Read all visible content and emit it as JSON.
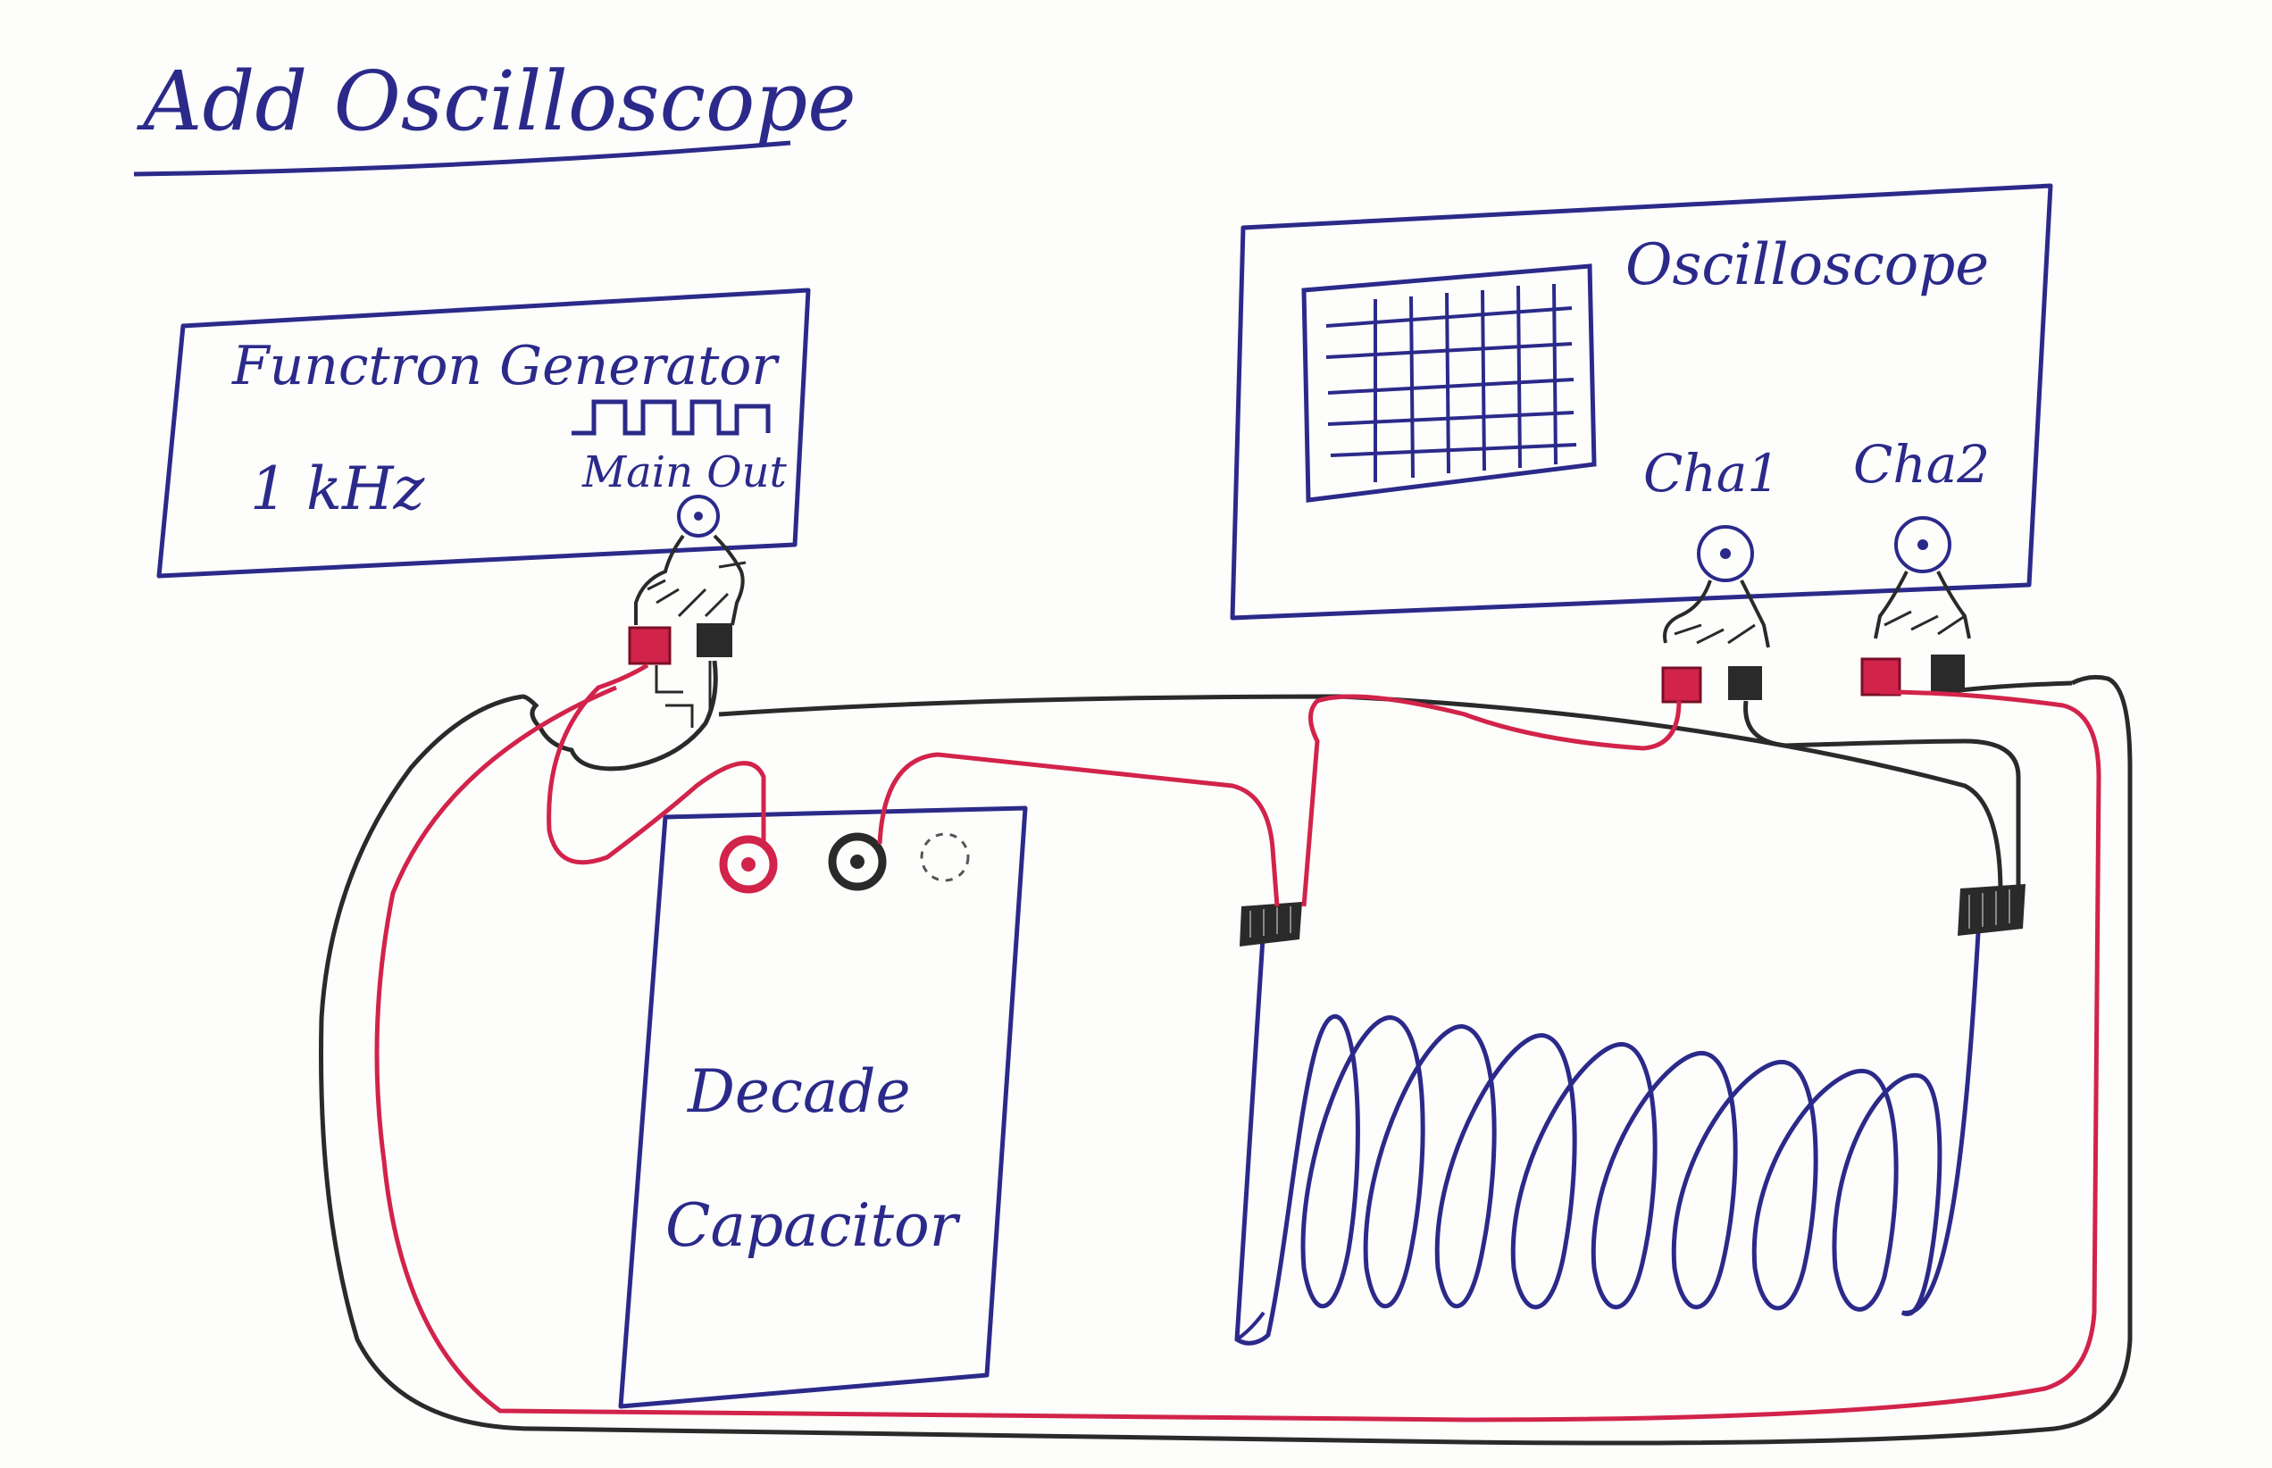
{
  "title": "Add Oscilloscope",
  "function_generator": {
    "label": "Functron Generator",
    "frequency": "1 kHz",
    "output_label": "Main Out"
  },
  "oscilloscope": {
    "label": "Oscilloscope",
    "channel1_label": "Cha1",
    "channel2_label": "Cha2"
  },
  "capacitor": {
    "label_line1": "Decade",
    "label_line2": "Capacitor"
  },
  "colors": {
    "ink_blue": "#2b2a8a",
    "wire_red": "#d2234a",
    "wire_black": "#2a2a2a",
    "paper": "#fdfdfc"
  }
}
